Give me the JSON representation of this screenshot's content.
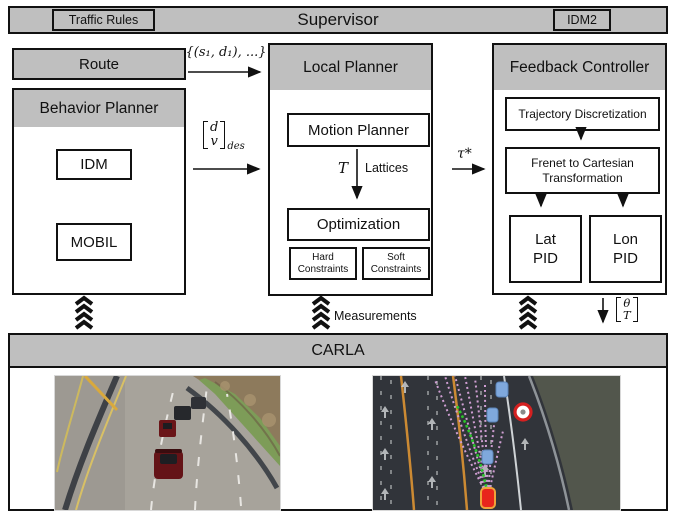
{
  "figure": {
    "supervisor": {
      "title": "Supervisor",
      "traffic_rules_label": "Traffic Rules",
      "idm2_label": "IDM2"
    },
    "route": {
      "label": "Route"
    },
    "behavior_planner": {
      "title": "Behavior Planner",
      "idm_label": "IDM",
      "mobil_label": "MOBIL"
    },
    "local_planner": {
      "title": "Local Planner",
      "motion_planner_label": "Motion Planner",
      "optimization_label": "Optimization",
      "hard_constraints_label": "Hard Constraints",
      "soft_constraints_label": "Soft Constraints",
      "trajectory_set_symbol": "T",
      "lattices_label": "Lattices"
    },
    "feedback_controller": {
      "title": "Feedback Controller",
      "trajectory_discretization_label": "Trajectory Discretization",
      "frenet_label": "Frenet to Cartesian Transformation",
      "lat_pid_label": "Lat PID",
      "lon_pid_label": "Lon PID"
    },
    "signals": {
      "route_to_planner": "{(s₁, d₁), ...}",
      "desired_vector_top": "d",
      "desired_vector_bottom": "v",
      "desired_vector_subscript": "des",
      "optimal_trajectory": "τ*",
      "control_vector_top": "θ",
      "control_vector_bottom": "T",
      "measurements_label": "Measurements"
    },
    "carla": {
      "title": "CARLA"
    },
    "colors": {
      "panel_gray": "#bfbfbf",
      "border_black": "#111111",
      "candidate_trajectories_pink": "#cf9ed2",
      "selected_trajectory_green": "#2bc62b",
      "ego_vehicle_red": "#e8251c",
      "other_vehicle_blue": "#7fa8dc",
      "lane_line_orange": "#cc8a33"
    }
  }
}
